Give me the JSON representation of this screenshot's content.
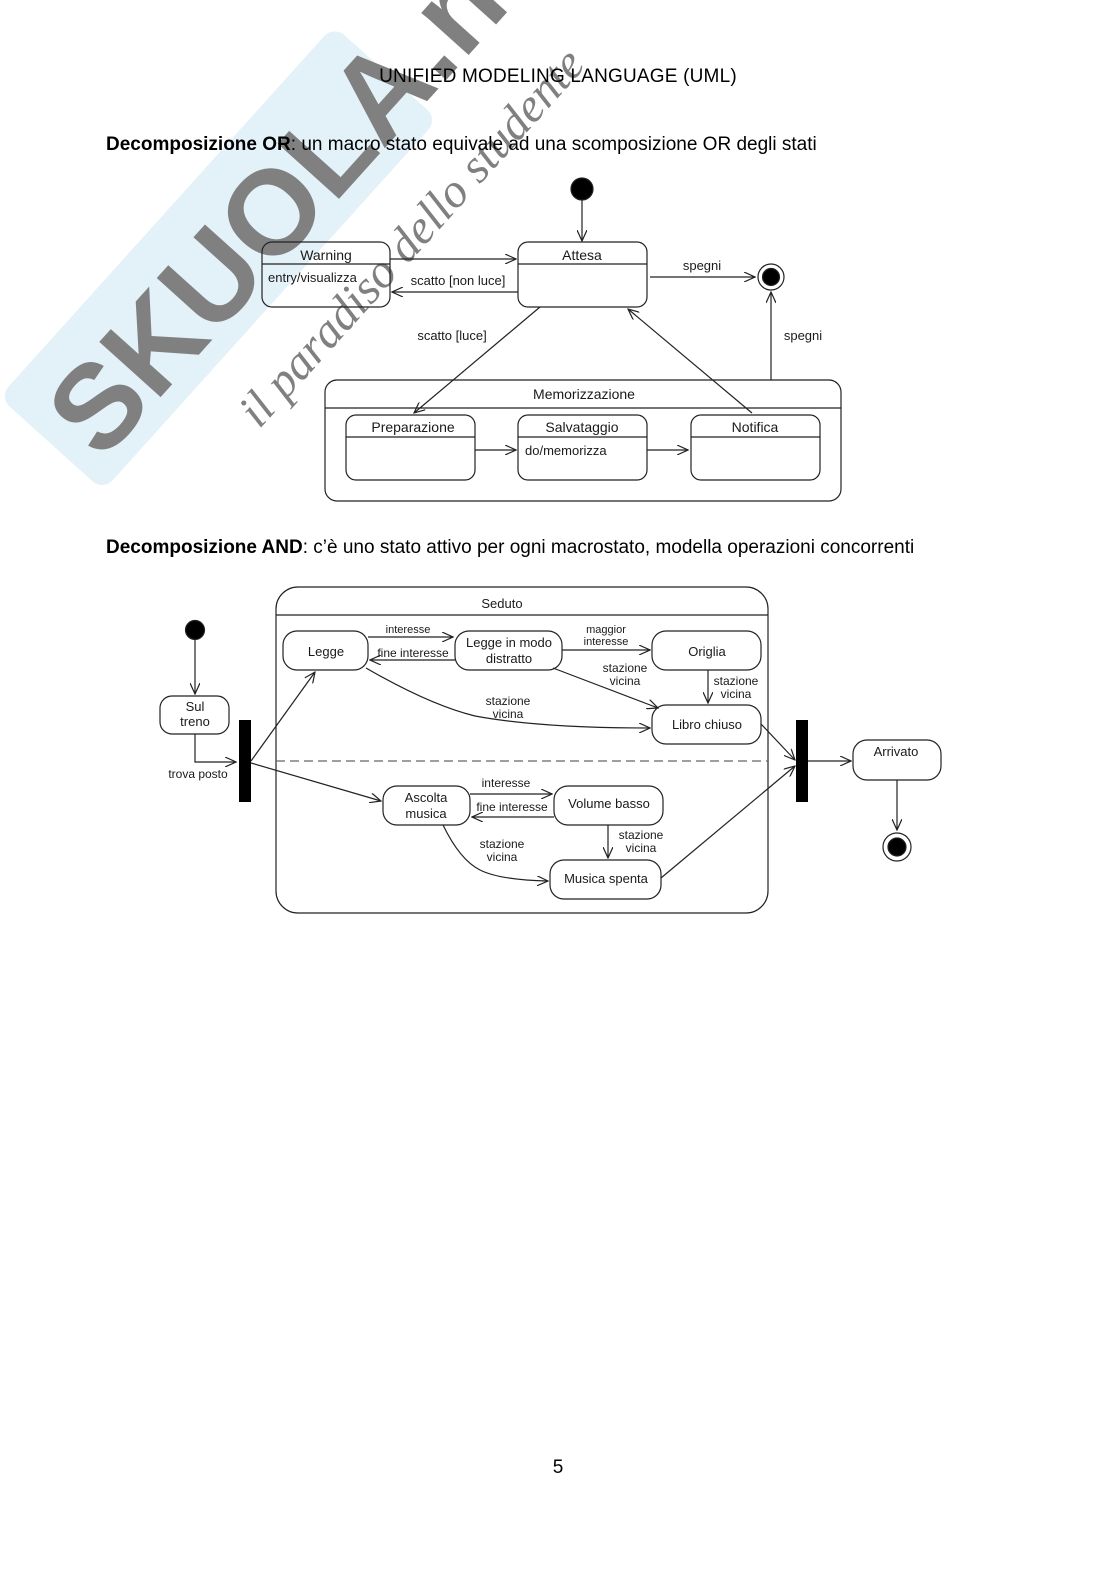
{
  "header": "UNIFIED MODELING LANGUAGE (UML)",
  "watermark": {
    "brand": "SKUOLA.net",
    "tagline": "il paradiso dello studente",
    "color": "#b9dcef"
  },
  "section_or": {
    "title_bold_1": "Decomposizione O",
    "title_bold_2": "R",
    "title_rest": ": un macro stato equivale ad una scomposizione OR degli stati"
  },
  "diagram_or": {
    "states": {
      "warning": {
        "name": "Warning",
        "activity": "entry/visualizza"
      },
      "attesa": {
        "name": "Attesa"
      },
      "memorizzazione": {
        "name": "Memorizzazione"
      },
      "preparazione": {
        "name": "Preparazione"
      },
      "salvataggio": {
        "name": "Salvataggio",
        "activity": "do/memorizza"
      },
      "notifica": {
        "name": "Notifica"
      }
    },
    "transitions": {
      "scatto_non_luce": "scatto [non luce]",
      "scatto_luce": "scatto [luce]",
      "spegni_1": "spegni",
      "spegni_2": "spegni"
    }
  },
  "section_and": {
    "title_bold": "Decomposizione AND",
    "title_rest": ": c’è uno stato attivo per ogni macrostato, modella operazioni concorrenti"
  },
  "diagram_and": {
    "states": {
      "seduto": "Seduto",
      "sul_treno_1": "Sul",
      "sul_treno_2": "treno",
      "legge": "Legge",
      "legge_distratto_1": "Legge in modo",
      "legge_distratto_2": "distratto",
      "origlia": "Origlia",
      "libro_chiuso": "Libro chiuso",
      "ascolta_1": "Ascolta",
      "ascolta_2": "musica",
      "volume_basso": "Volume basso",
      "musica_spenta": "Musica spenta",
      "arrivato": "Arrivato"
    },
    "transitions": {
      "trova_posto": "trova posto",
      "interesse_1": "interesse",
      "fine_interesse_1": "fine interesse",
      "maggior_1": "maggior",
      "maggior_2": "interesse",
      "stazione_a1": "stazione",
      "stazione_a2": "vicina",
      "stazione_b1": "stazione",
      "stazione_b2": "vicina",
      "stazione_c1": "stazione",
      "stazione_c2": "vicina",
      "interesse_2": "interesse",
      "fine_interesse_2": "fine interesse",
      "stazione_d1": "stazione",
      "stazione_d2": "vicina",
      "stazione_e1": "stazione",
      "stazione_e2": "vicina"
    }
  },
  "page_number": "5"
}
